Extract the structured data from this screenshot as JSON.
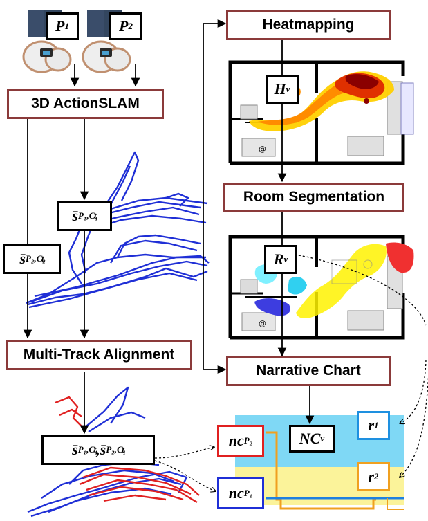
{
  "process_boxes": {
    "actionslam": "3D ActionSLAM",
    "alignment": "Multi-Track Alignment",
    "heatmapping": "Heatmapping",
    "room_segmentation": "Room Segmentation",
    "narrative_chart": "Narrative Chart"
  },
  "variables": {
    "p1": {
      "base": "P",
      "sub": "1"
    },
    "p2": {
      "base": "P",
      "sub": "2"
    },
    "s1": {
      "base": "s̄",
      "sup": "t",
      "sub": "P₁,C₁"
    },
    "s2": {
      "base": "s̄",
      "sup": "t",
      "sub": "P₂,C₂"
    },
    "s_joint": {
      "a_base": "s̄",
      "a_sup": "t",
      "a_sub": "P₁,C₁",
      "sep": ", ",
      "b_base": "s̄",
      "b_sup": "t",
      "b_sub": "P₂,C₁"
    },
    "hv": {
      "base": "H",
      "sub": "v"
    },
    "rv": {
      "base": "R",
      "sub": "v"
    },
    "ncv": {
      "base": "NC",
      "sub": "v"
    },
    "ncp1": {
      "base": "nc",
      "sub": "P₁"
    },
    "ncp2": {
      "base": "nc",
      "sub": "P₂"
    },
    "r1": {
      "base": "r",
      "sub": "1"
    },
    "r2": {
      "base": "r",
      "sub": "2"
    }
  },
  "colors": {
    "process_border": "#8b3a3a",
    "track_p1": "#1f2fd6",
    "track_p2": "#e02020",
    "region_room1": "#7fd8f5",
    "region_room2": "#fbf39a",
    "region_r1_border": "#1e90e0",
    "region_r2_border": "#f0a020",
    "line_p2": "#f0a020",
    "line_p1": "#1e80e0"
  }
}
